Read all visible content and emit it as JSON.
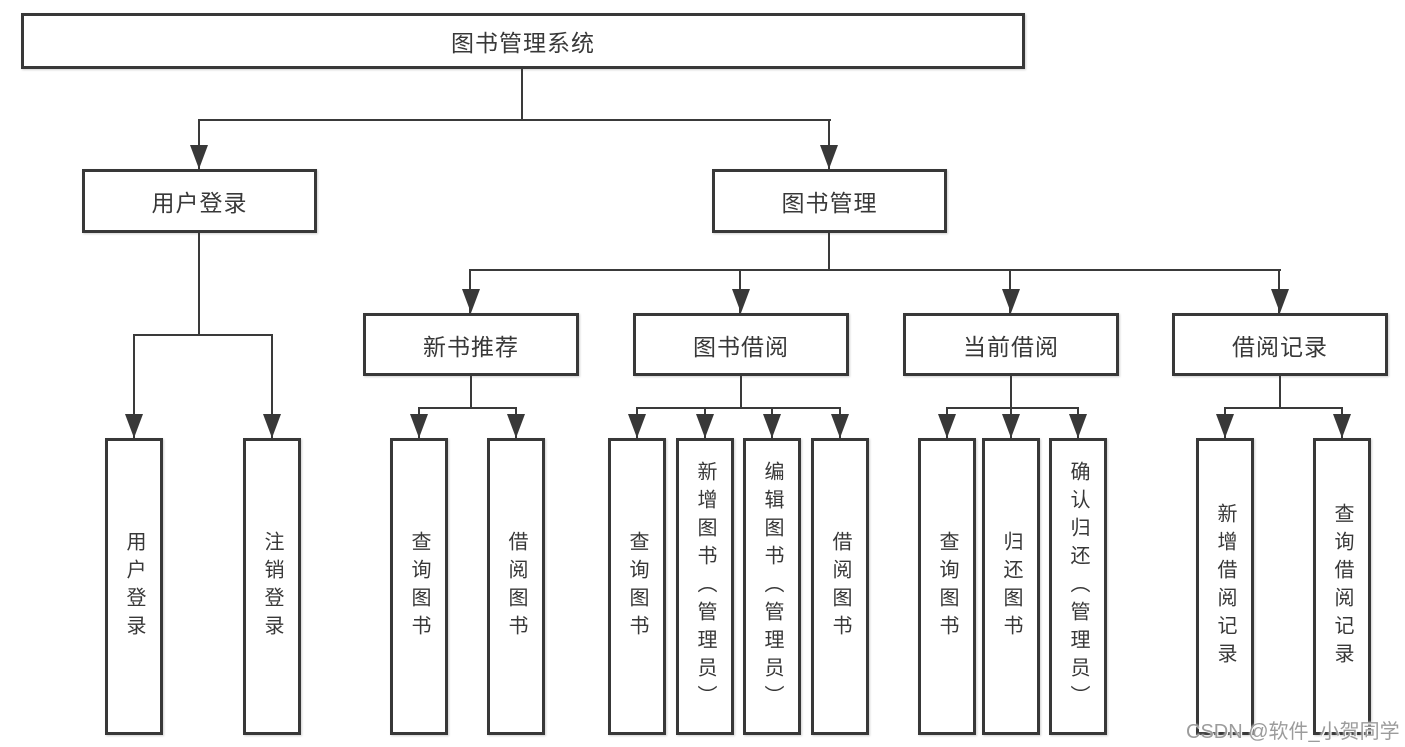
{
  "diagram": {
    "root_label": "图书管理系统",
    "user_login": {
      "label": "用户登录",
      "children": [
        "用户登录",
        "注销登录"
      ]
    },
    "book_management": {
      "label": "图书管理",
      "groups": [
        {
          "label": "新书推荐",
          "children": [
            "查询图书",
            "借阅图书"
          ]
        },
        {
          "label": "图书借阅",
          "children": [
            "查询图书",
            "新增图书（管理员）",
            "编辑图书（管理员）",
            "借阅图书"
          ]
        },
        {
          "label": "当前借阅",
          "children": [
            "查询图书",
            "归还图书",
            "确认归还（管理员）"
          ]
        },
        {
          "label": "借阅记录",
          "children": [
            "新增借阅记录",
            "查询借阅记录"
          ]
        }
      ]
    }
  },
  "watermark": "CSDN @软件_小贺同学",
  "colors": {
    "line": "#3a3a3a",
    "text": "#383838",
    "watermark_text": "#9c9c9c",
    "background": "#ffffff"
  }
}
